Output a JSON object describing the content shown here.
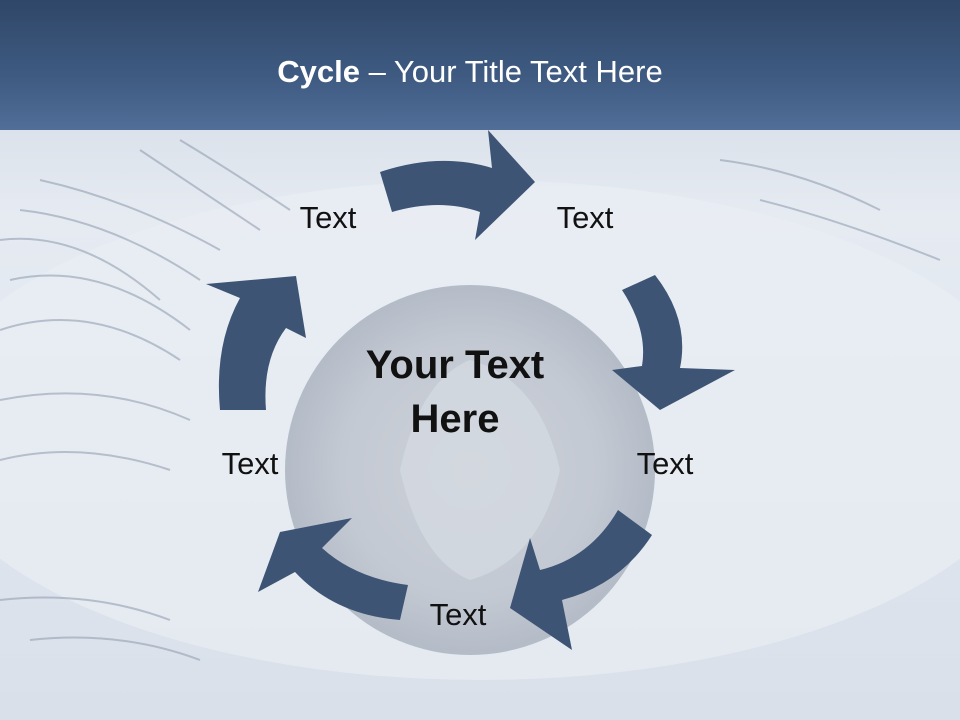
{
  "slide": {
    "title_bold": "Cycle",
    "title_rest": " – Your Title Text Here",
    "center_text_line1": "Your Text",
    "center_text_line2": "Here",
    "nodes": [
      {
        "label": "Text"
      },
      {
        "label": "Text"
      },
      {
        "label": "Text"
      },
      {
        "label": "Text"
      },
      {
        "label": "Text"
      }
    ]
  },
  "colors": {
    "header": "#3f5b82",
    "arrow": "#3d5475",
    "background": "#dfe5ee",
    "text": "#111111",
    "title_text": "#ffffff"
  }
}
